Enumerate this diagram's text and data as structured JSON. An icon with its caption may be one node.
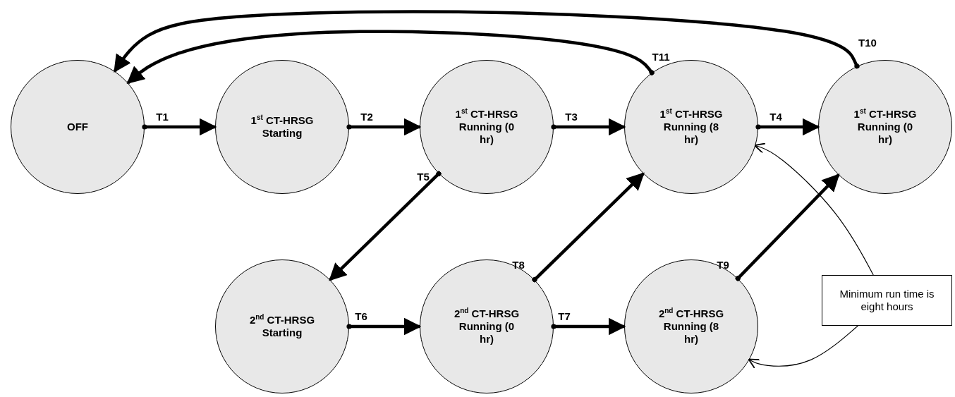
{
  "diagram": {
    "nodes": [
      {
        "text": [
          "OFF"
        ]
      },
      {
        "text": [
          "1$^{st}$ CT-HRSG Starting"
        ]
      },
      {
        "text": [
          "1$^{st}$ CT-HRSG Running (0 hr)"
        ]
      },
      {
        "text": [
          "1$^{st}$ CT-HRSG Running (8 hr)"
        ]
      },
      {
        "text": [
          "1$^{st}$ CT-HRSG Running (0 hr)"
        ]
      },
      {
        "text": [
          "2$^{nd}$ CT-HRSG Starting"
        ]
      },
      {
        "text": [
          "2$^{nd}$ CT-HRSG Running (0 hr)"
        ]
      },
      {
        "text": [
          "2$^{nd}$ CT-HRSG Running (8 hr)"
        ]
      },
      {
        "text": [
          "Minimum run time is eight hours"
        ]
      }
    ],
    "edges": [
      {
        "from": 0,
        "to": 1,
        "arrow": "to",
        "label": "T1"
      },
      {
        "from": 1,
        "to": 2,
        "arrow": "to",
        "label": "T2"
      },
      {
        "from": 2,
        "to": 3,
        "arrow": "to",
        "label": "T3"
      },
      {
        "from": 3,
        "to": 4,
        "arrow": "to",
        "label": "T4"
      },
      {
        "from": 2,
        "to": 5,
        "arrow": "to",
        "label": "T5"
      },
      {
        "from": 5,
        "to": 6,
        "arrow": "to",
        "label": "T6"
      },
      {
        "from": 6,
        "to": 7,
        "arrow": "to",
        "label": "T7"
      },
      {
        "from": 6,
        "to": 3,
        "arrow": "to",
        "label": "T8"
      },
      {
        "from": 7,
        "to": 4,
        "arrow": "to",
        "label": "T9"
      },
      {
        "from": 4,
        "to": 0,
        "arrow": "to",
        "label": "T10"
      },
      {
        "from": 3,
        "to": 0,
        "arrow": "to",
        "label": "T11"
      },
      {
        "from": 8,
        "to": 3,
        "arrow": "to"
      },
      {
        "from": 8,
        "to": 7,
        "arrow": "to"
      }
    ]
  }
}
